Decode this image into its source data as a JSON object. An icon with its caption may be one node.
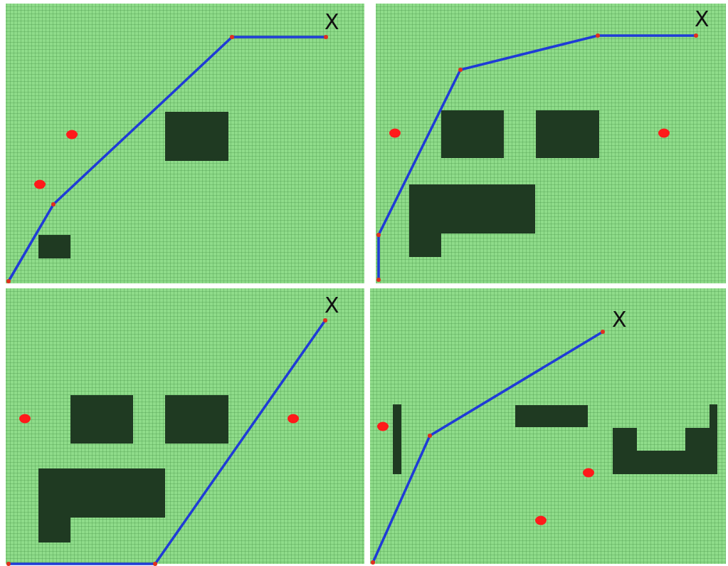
{
  "diagram": {
    "labels": [
      "X",
      "X",
      "X",
      "X"
    ]
  }
}
